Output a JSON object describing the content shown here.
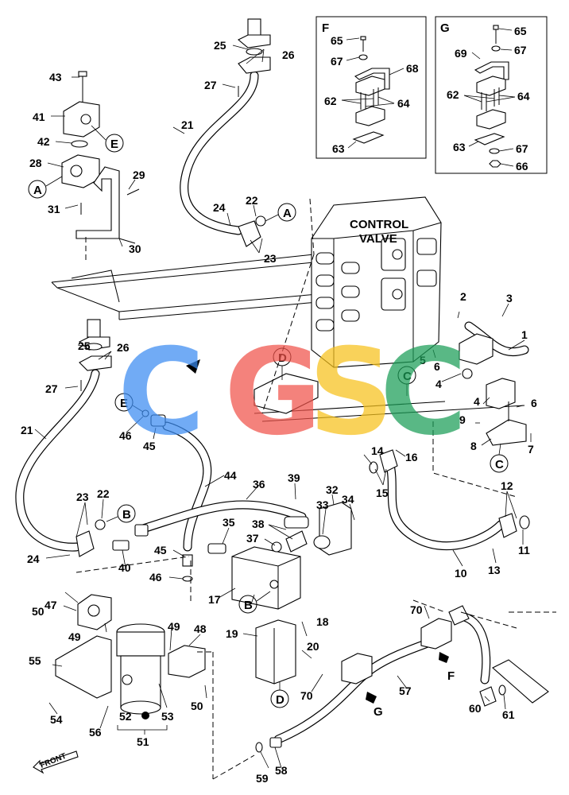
{
  "control_valve": {
    "line1": "CONTROL",
    "line2": "VALVE"
  },
  "front_label": "FRONT",
  "detail_F": {
    "title": "F"
  },
  "detail_G": {
    "title": "G"
  },
  "watermark": {
    "letters": [
      "C",
      "G",
      "S",
      "C"
    ],
    "colors": [
      "#3b8cf2",
      "#f0534a",
      "#f7c21c",
      "#1a9e57"
    ]
  },
  "callouts": {
    "A": "A",
    "B": "B",
    "C": "C",
    "D": "D",
    "E": "E",
    "F": "F",
    "G": "G"
  },
  "part_numbers": {
    "p1": "1",
    "p2": "2",
    "p3": "3",
    "p4": "4",
    "p5": "5",
    "p6": "6",
    "p7": "7",
    "p8": "8",
    "p9": "9",
    "p10": "10",
    "p11": "11",
    "p12": "12",
    "p13": "13",
    "p14": "14",
    "p15": "15",
    "p16": "16",
    "p17": "17",
    "p18": "18",
    "p19": "19",
    "p20": "20",
    "p21": "21",
    "p22": "22",
    "p23": "23",
    "p24": "24",
    "p25": "25",
    "p26": "26",
    "p27": "27",
    "p28": "28",
    "p29": "29",
    "p30": "30",
    "p31": "31",
    "p32": "32",
    "p33": "33",
    "p34": "34",
    "p35": "35",
    "p36": "36",
    "p37": "37",
    "p38": "38",
    "p39": "39",
    "p40": "40",
    "p41": "41",
    "p42": "42",
    "p43": "43",
    "p44": "44",
    "p45": "45",
    "p46": "46",
    "p47": "47",
    "p48": "48",
    "p49": "49",
    "p50": "50",
    "p51": "51",
    "p52": "52",
    "p53": "53",
    "p54": "54",
    "p55": "55",
    "p56": "56",
    "p57": "57",
    "p58": "58",
    "p59": "59",
    "p60": "60",
    "p61": "61",
    "p62": "62",
    "p63": "63",
    "p64": "64",
    "p65": "65",
    "p66": "66",
    "p67": "67",
    "p68": "68",
    "p69": "69",
    "p70": "70"
  }
}
